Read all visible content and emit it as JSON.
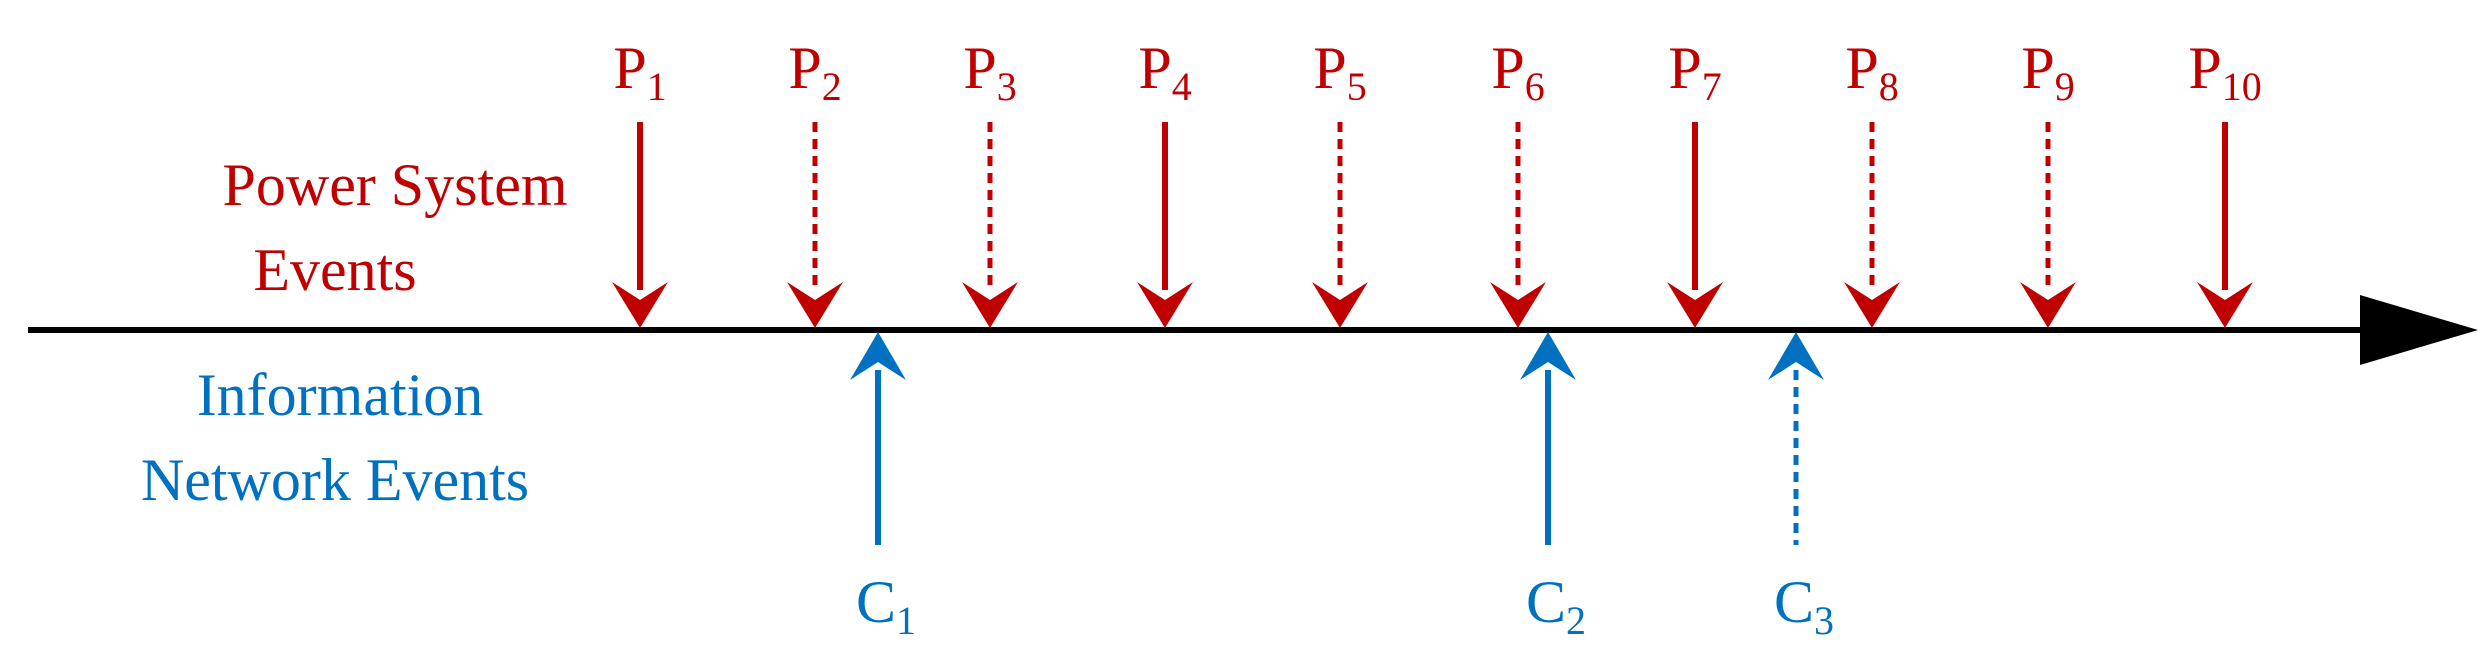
{
  "colors": {
    "power": "#C00000",
    "network": "#0070C0",
    "axis": "#000000"
  },
  "labels": {
    "power_line1": "Power System",
    "power_line2": "Events",
    "network_line1": "Information",
    "network_line2": "Network Events"
  },
  "power_events": [
    {
      "base": "P",
      "sub": "1",
      "style": "solid"
    },
    {
      "base": "P",
      "sub": "2",
      "style": "dashed"
    },
    {
      "base": "P",
      "sub": "3",
      "style": "dashed"
    },
    {
      "base": "P",
      "sub": "4",
      "style": "solid"
    },
    {
      "base": "P",
      "sub": "5",
      "style": "dashed"
    },
    {
      "base": "P",
      "sub": "6",
      "style": "dashed"
    },
    {
      "base": "P",
      "sub": "7",
      "style": "solid"
    },
    {
      "base": "P",
      "sub": "8",
      "style": "dashed"
    },
    {
      "base": "P",
      "sub": "9",
      "style": "dashed"
    },
    {
      "base": "P",
      "sub": "10",
      "style": "solid"
    }
  ],
  "network_events": [
    {
      "base": "C",
      "sub": "1",
      "style": "solid"
    },
    {
      "base": "C",
      "sub": "2",
      "style": "solid"
    },
    {
      "base": "C",
      "sub": "3",
      "style": "dashed"
    }
  ]
}
